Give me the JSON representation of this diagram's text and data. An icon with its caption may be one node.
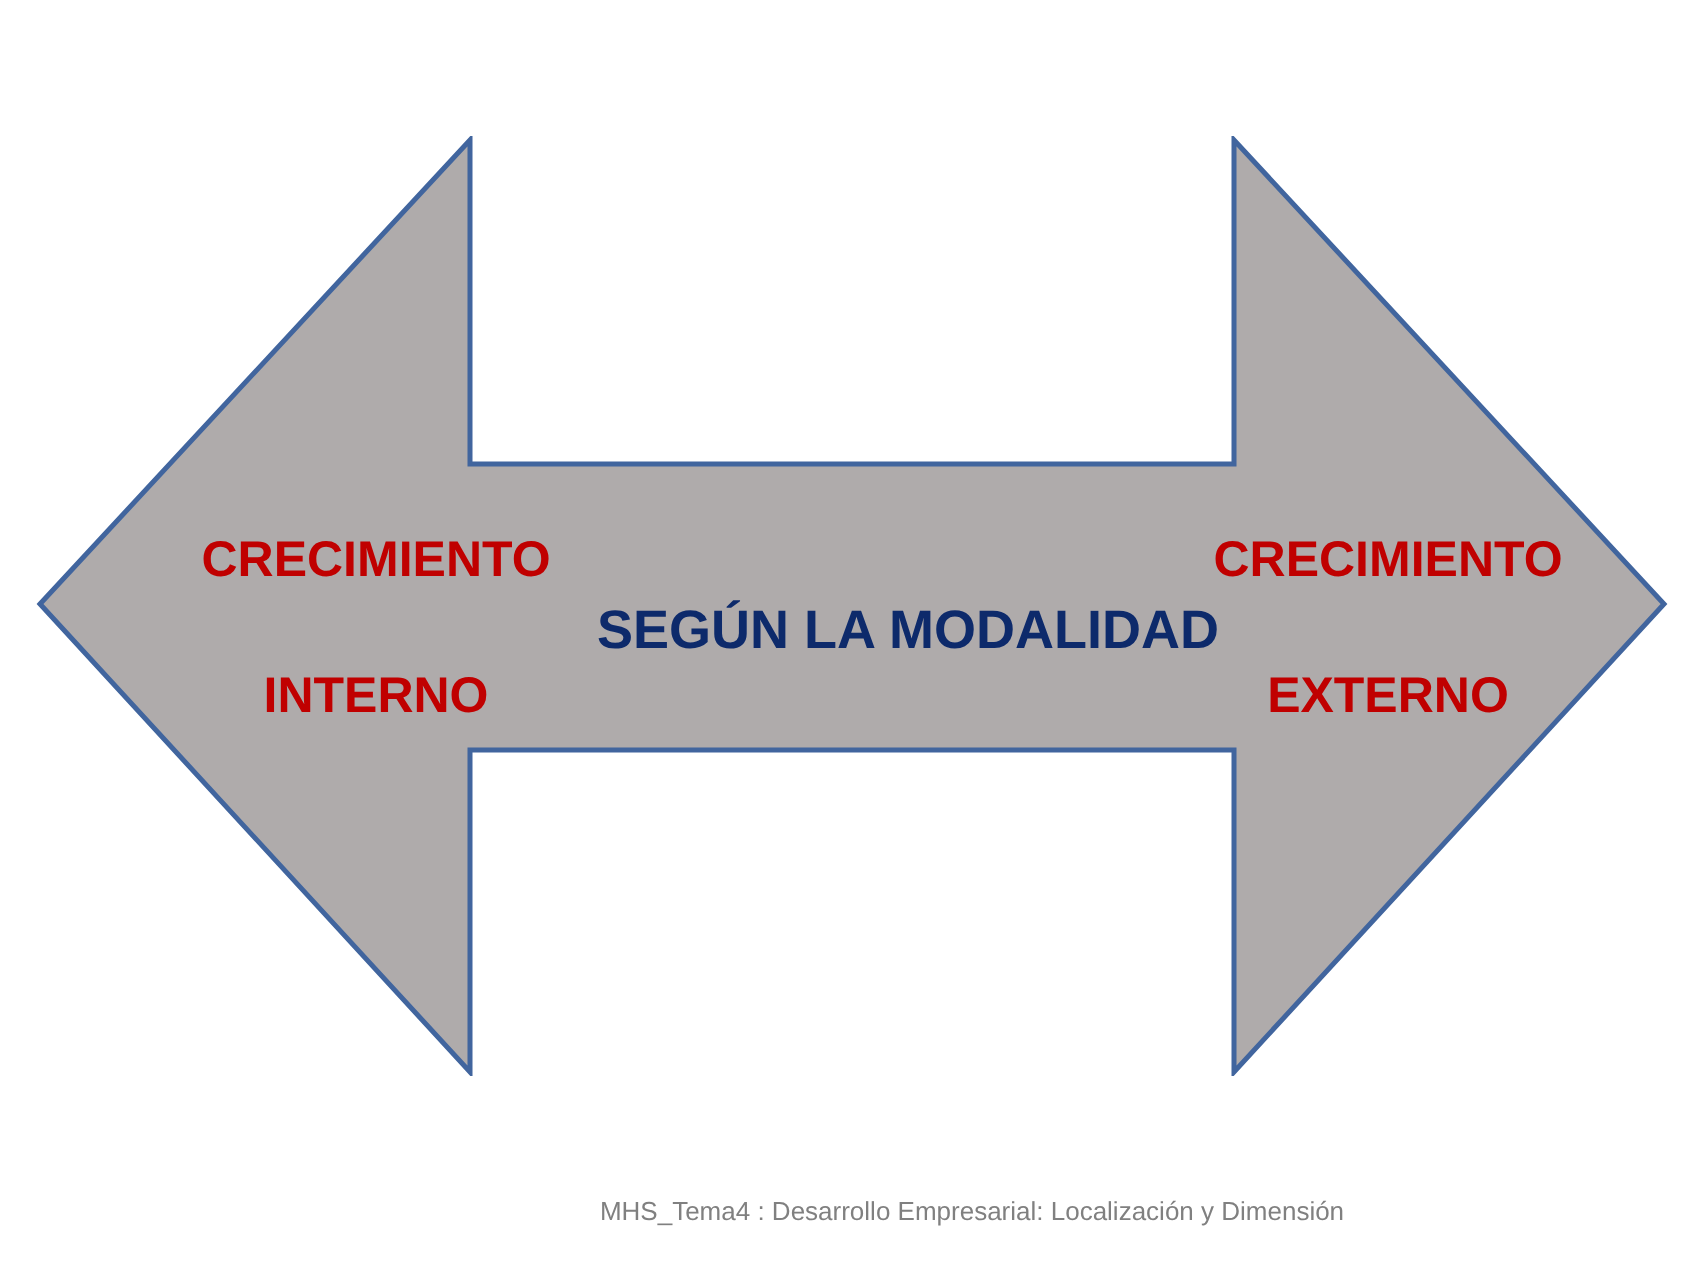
{
  "diagram": {
    "nodes": [
      {
        "text": [
          "CRECIMIENTO INTERNO",
          "SEGÚN LA MODALIDAD",
          "CRECIMIENTO EXTERNO"
        ]
      }
    ],
    "labels": [
      "MHS_Tema4 : Desarrollo Empresarial: Localización y Dimensión"
    ]
  }
}
